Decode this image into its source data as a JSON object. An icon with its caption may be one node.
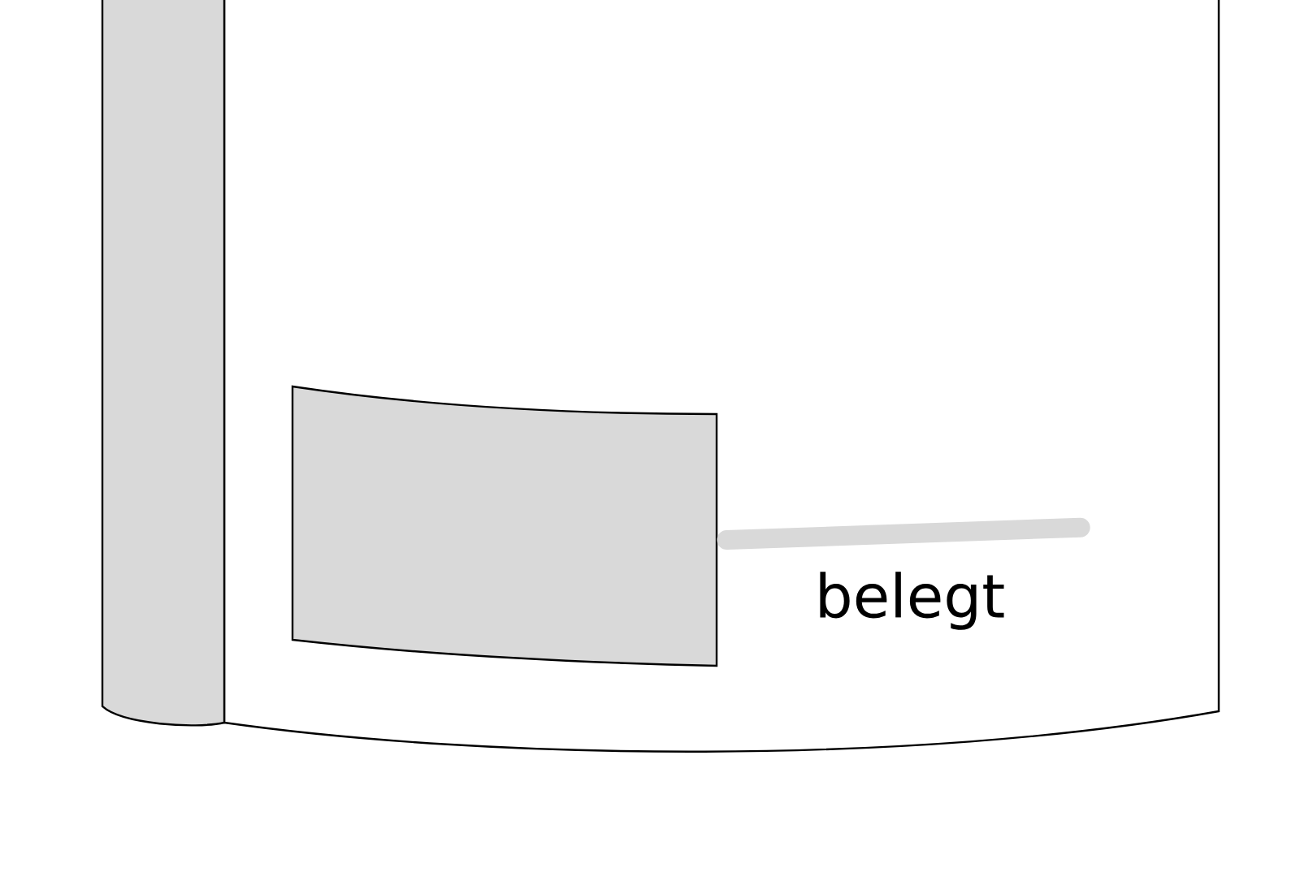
{
  "diagram": {
    "nodes": [
      {
        "text": [
          "belegt"
        ]
      },
      {
        "text": [],
        "shape": "box"
      }
    ],
    "edges": [
      {
        "from": 0,
        "to": 1,
        "arrow": "none"
      }
    ]
  }
}
